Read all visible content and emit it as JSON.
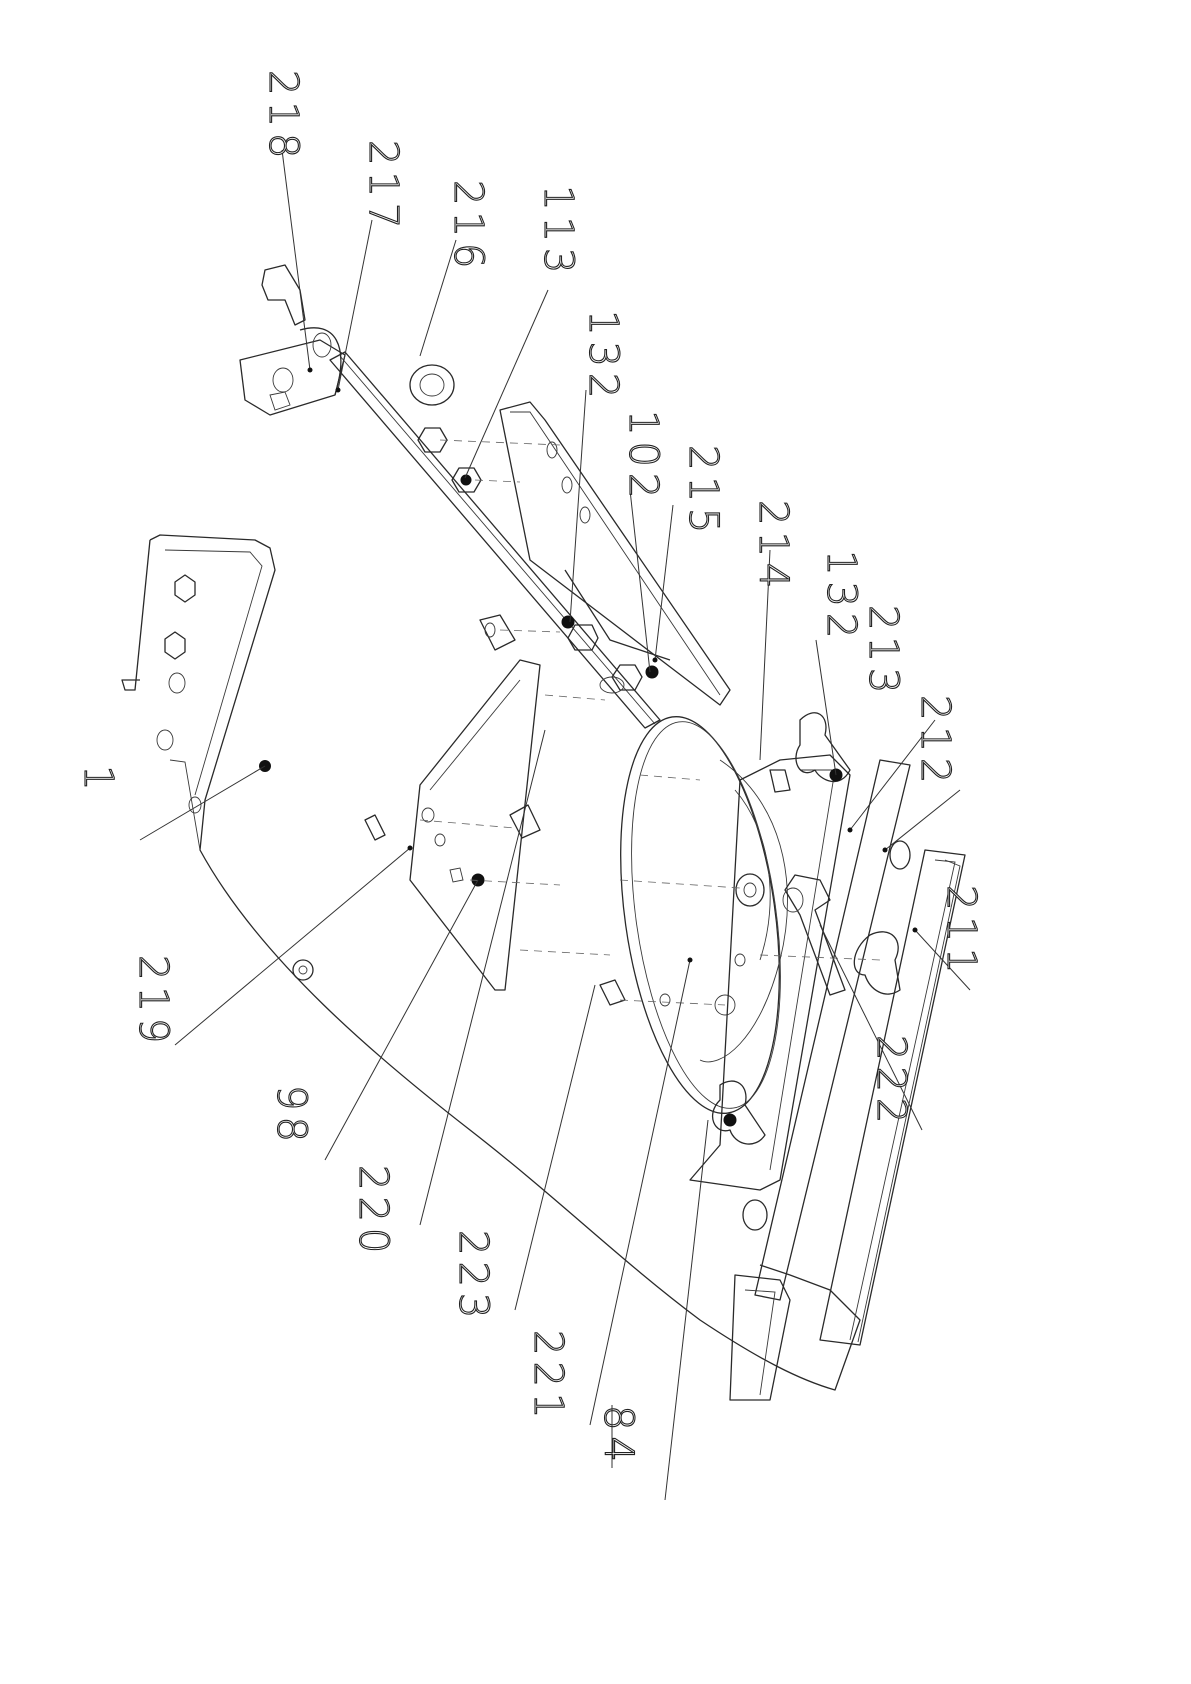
{
  "callouts": [
    {
      "id": "c218",
      "label": "218"
    },
    {
      "id": "c217",
      "label": "217"
    },
    {
      "id": "c216",
      "label": "216"
    },
    {
      "id": "c113",
      "label": "113"
    },
    {
      "id": "c132a",
      "label": "132"
    },
    {
      "id": "c102",
      "label": "102"
    },
    {
      "id": "c215",
      "label": "215"
    },
    {
      "id": "c214",
      "label": "214"
    },
    {
      "id": "c132b",
      "label": "132"
    },
    {
      "id": "c213",
      "label": "213"
    },
    {
      "id": "c212",
      "label": "212"
    },
    {
      "id": "c211",
      "label": "211"
    },
    {
      "id": "c222",
      "label": "222"
    },
    {
      "id": "c1",
      "label": "1"
    },
    {
      "id": "c219",
      "label": "219"
    },
    {
      "id": "c98",
      "label": "98"
    },
    {
      "id": "c220",
      "label": "220"
    },
    {
      "id": "c223",
      "label": "223"
    },
    {
      "id": "c221",
      "label": "221"
    },
    {
      "id": "c84",
      "label": "84"
    }
  ]
}
